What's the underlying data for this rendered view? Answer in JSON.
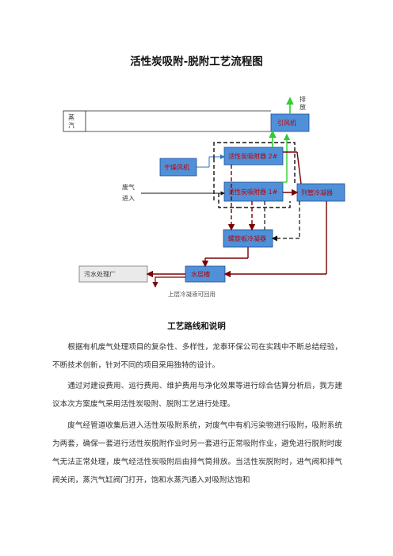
{
  "document": {
    "title": "活性炭吸附-脱附工艺流程图",
    "section_title": "工艺路线和说明",
    "paragraphs": [
      "根据有机废气处理项目的复杂性、多样性，龙泰环保公司在实践中不断总结经验，不断技术创新，针对不同的项目采用独特的设计。",
      "通过对建设费用、运行费用、维护费用与净化效果等进行综合估算分析后，我方建议本次方案废气采用活性炭吸附、脱附工艺进行处理。",
      "废气经管道收集后进入活性炭吸附系统，对废气中有机污染物进行吸附，吸附系统为两套，确保一套进行活性炭脱附作业时另一套进行正常吸附作业，避免进行脱附时废气无法正常处理，废气经活性炭吸附后由排气筒排放。当活性炭脱附时，进气阀和排气阀关闭，蒸汽气缸阀门打开，饱和水蒸汽通入对吸附达饱和"
    ]
  },
  "diagram": {
    "steam": "蒸汽",
    "exhaust": "排放",
    "fan": "引风机",
    "dryer_fan": "干燥风机",
    "adsorber_2": "活性炭吸附器 2#",
    "adsorber_1": "活性炭吸附器 1#",
    "gas_inlet": "废气进入",
    "tube_condenser": "列管冷凝器",
    "spiral_condenser": "螺旋板冷凝器",
    "sewage_plant": "污水处理厂",
    "water_tank": "水层槽",
    "reuse_note": "上层冷凝液可回用",
    "colors": {
      "box_fill": "#4f90d9",
      "box_label": "#c00000",
      "green_line": "#33cc33",
      "red_line": "#7b0000",
      "blue_line": "#2f6fbf"
    }
  }
}
